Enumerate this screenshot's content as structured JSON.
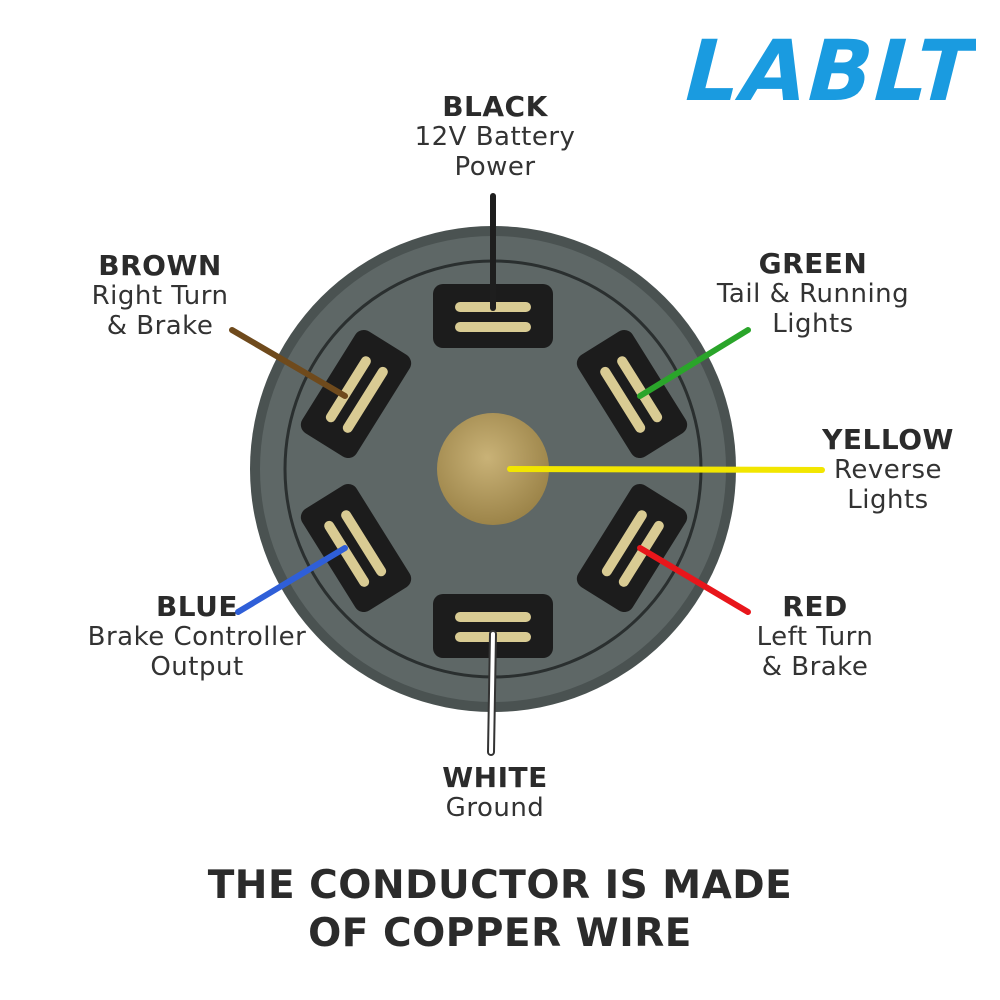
{
  "brand": {
    "logo_text": "LABLT",
    "logo_color": "#1a9be0"
  },
  "pins": [
    {
      "id": "black",
      "name": "BLACK",
      "description": "12V Battery\nPower",
      "wire_color": "#1e1e1e"
    },
    {
      "id": "green",
      "name": "GREEN",
      "description": "Tail & Running\nLights",
      "wire_color": "#2aa52a"
    },
    {
      "id": "yellow",
      "name": "YELLOW",
      "description": "Reverse\nLights",
      "wire_color": "#f2e600"
    },
    {
      "id": "red",
      "name": "RED",
      "description": "Left Turn\n& Brake",
      "wire_color": "#e8161b"
    },
    {
      "id": "white",
      "name": "WHITE",
      "description": "Ground",
      "wire_color": "#ffffff"
    },
    {
      "id": "blue",
      "name": "BLUE",
      "description": "Brake Controller\nOutput",
      "wire_color": "#2f5fd8"
    },
    {
      "id": "brown",
      "name": "BROWN",
      "description": "Right Turn\n& Brake",
      "wire_color": "#6f4a1c"
    }
  ],
  "connector": {
    "body_color": "#5e6766",
    "slot_color": "#1c1c1c",
    "terminal_color": "#d9cb93",
    "center_pin_color": "#b89f63"
  },
  "footer": {
    "line1": "THE CONDUCTOR IS MADE",
    "line2": "OF COPPER WIRE"
  }
}
